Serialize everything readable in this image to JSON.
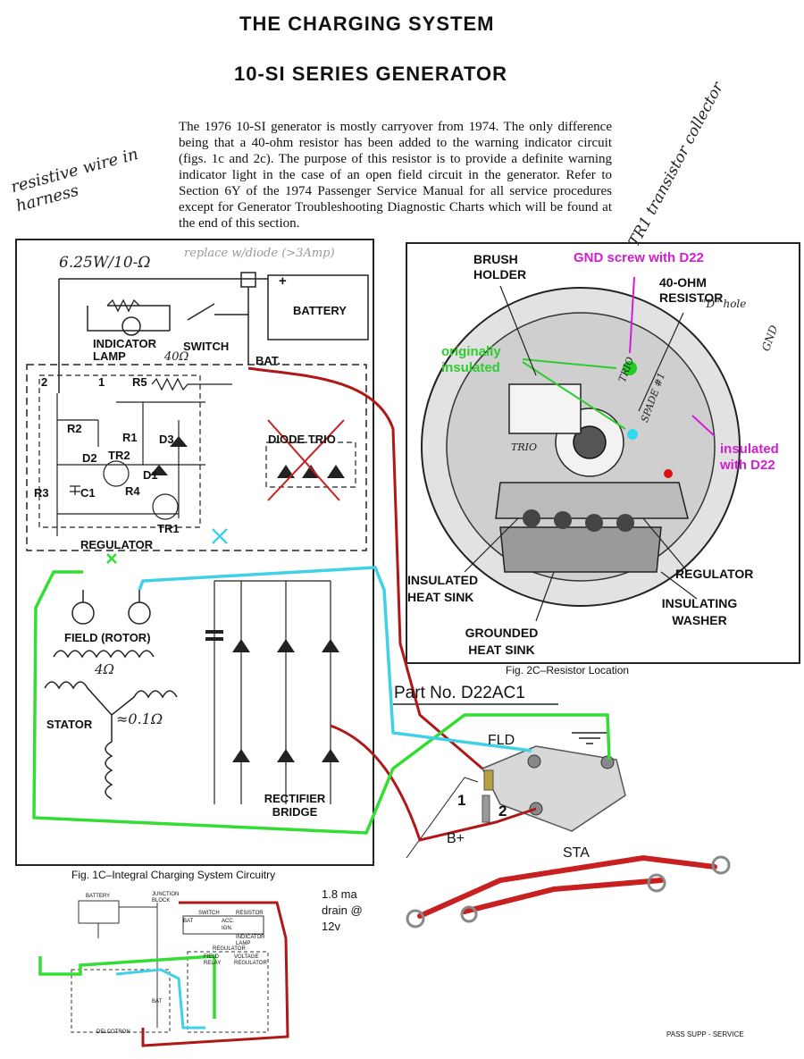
{
  "header": {
    "title": "THE CHARGING SYSTEM",
    "subtitle": "10-SI SERIES GENERATOR"
  },
  "intro": {
    "paragraph": "The 1976 10-SI generator is mostly carryover from 1974. The only difference being that a 40-ohm resistor has been added to the warning indicator circuit (figs. 1c and 2c). The purpose of this resistor is to provide a definite warning indicator light in the case of an open field circuit in the generator. Refer to Section 6Y of the 1974 Passenger Service Manual for all service procedures except for Generator Troubleshooting Diagnostic Charts which will be found at the end of this section."
  },
  "handwritten": {
    "resistive_wire": "resistive wire in harness",
    "rating": "6.25W/10-Ω",
    "replace_diode": "replace w/diode (>3Amp)",
    "tr1_collector": "TR1 transistor collector",
    "d_hole": "\"D\" hole",
    "gnd": "GND",
    "ohm_40": "40Ω",
    "ohm_4": "4Ω",
    "ohm_01": "≈0.1Ω",
    "trio": "TRIO",
    "spade": "SPADE #1",
    "trio2": "TRIO"
  },
  "fig1c": {
    "caption": "Fig. 1C–Integral Charging System Circuitry",
    "battery": "BATTERY",
    "plus": "+",
    "indicator_lamp": "INDICATOR LAMP",
    "switch": "SWITCH",
    "bat": "BAT.",
    "r5": "R5",
    "r1": "R1",
    "r2": "R2",
    "r3": "R3",
    "r4": "R4",
    "c1": "C1",
    "d1": "D1",
    "d2": "D2",
    "d3": "D3",
    "tr1": "TR1",
    "tr2": "TR2",
    "n1": "1",
    "n2": "2",
    "regulator": "REGULATOR",
    "diode_trio": "DIODE TRIO",
    "field_rotor": "FIELD (ROTOR)",
    "stator": "STATOR",
    "rectifier_bridge": "RECTIFIER BRIDGE"
  },
  "fig2c": {
    "caption": "Fig. 2C–Resistor Location",
    "brush_holder": "BRUSH HOLDER",
    "resistor_40": "40-OHM RESISTOR",
    "insulated_heat_sink": "INSULATED HEAT SINK",
    "grounded_heat_sink": "GROUNDED HEAT SINK",
    "regulator": "REGULATOR",
    "insulating_washer": "INSULATING WASHER",
    "gnd_screw": "GND screw with D22",
    "originally_insulated": "originally insulated",
    "insulated_d22": "insulated with D22"
  },
  "part": {
    "label": "Part No. D22AC1",
    "fld": "FLD",
    "sta": "STA",
    "b_plus": "B+",
    "one": "1",
    "two": "2",
    "drain": "1.8 ma drain @ 12v"
  },
  "mini": {
    "battery": "BATTERY",
    "junction_block": "JUNCTION BLOCK",
    "switch": "SWITCH",
    "resistor": "RESISTOR",
    "indicator_lamp": "INDICATOR LAMP",
    "regulator": "REGULATOR",
    "field_relay": "FIELD RELAY",
    "voltage_regulator": "VOLTAGE REGULATOR",
    "delcotron": "DELCOTRON",
    "bat": "BAT",
    "acc": "ACC.",
    "ign": "IGN."
  },
  "footer": {
    "note": "PASS SUPP - SERVICE"
  },
  "colors": {
    "red_wire": "#b01818",
    "green_wire": "#33dd33",
    "cyan_wire": "#40d0e8",
    "magenta": "#d21ed2"
  }
}
